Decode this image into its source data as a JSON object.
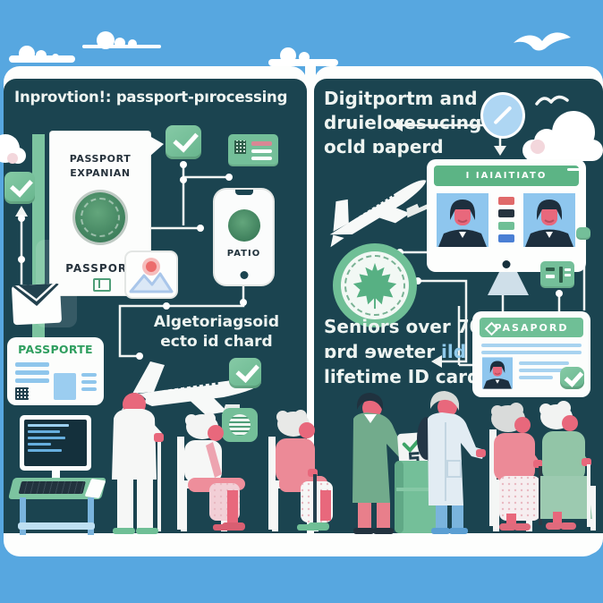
{
  "colors": {
    "sky": "#57a7e0",
    "panel": "#1b4450",
    "mint": "#74bf99",
    "green_text": "#2f9e5f",
    "pink": "#e8687c",
    "light_blue": "#8fc6ec",
    "white": "#fdfefd"
  },
  "left": {
    "heading": "Inprovtion!: passport-pırocessing",
    "passport_book": {
      "title": "PASSPORT",
      "subtitle": "EXPANIAN",
      "footer": "PASSPORT"
    },
    "phone": {
      "label": "PATIO"
    },
    "caption": {
      "line1": "Algetoriagsoid",
      "line2": "ecto id chard"
    },
    "passporte_card": {
      "title": "PASSPORTE"
    }
  },
  "right": {
    "heading": {
      "line1": "Digitportm and",
      "line2": "druieloresucing",
      "line3": "ocld ɒaperd"
    },
    "monitor": {
      "header": "I IAIAITIATO"
    },
    "caption": {
      "line1": "Seniors over 70",
      "line2_white": "ɒrd ɘweter",
      "line2_blue": " ild",
      "line3": "lifetime ID card"
    },
    "id_card": {
      "title": "PASAPORD"
    }
  }
}
